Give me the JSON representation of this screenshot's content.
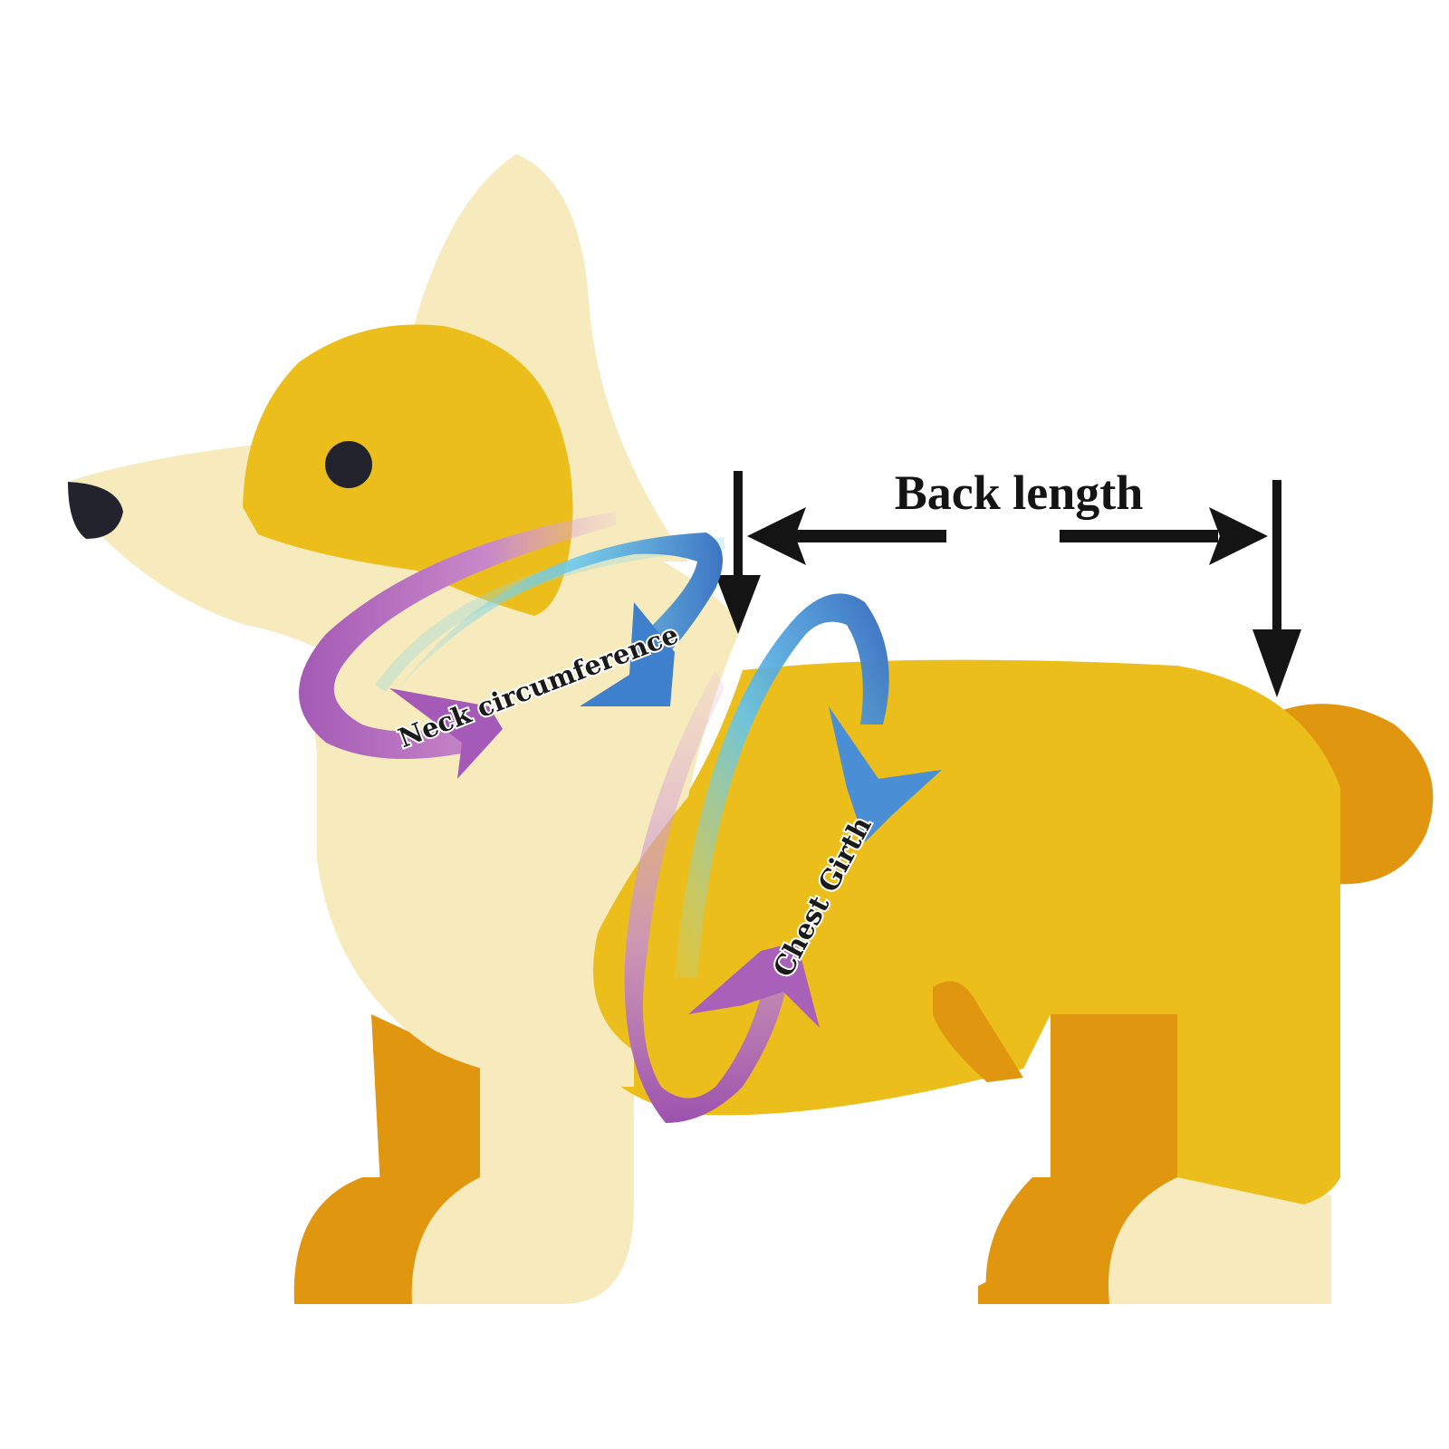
{
  "labels": {
    "back_length": "Back length",
    "neck_circumference": "Neck circumference",
    "chest_girth": "Chest Girth"
  },
  "colors": {
    "body_yellow": "#ecbe1c",
    "cream": "#f7ebbe",
    "paw_orange": "#e0960f",
    "nose_eye": "#23232d",
    "arrow_black": "#141414",
    "arrow_blue": "#4fb4e8",
    "arrow_blue_dark": "#3c6ec0",
    "arrow_purple": "#a05ab4",
    "arrow_pink": "#dca0d2"
  }
}
